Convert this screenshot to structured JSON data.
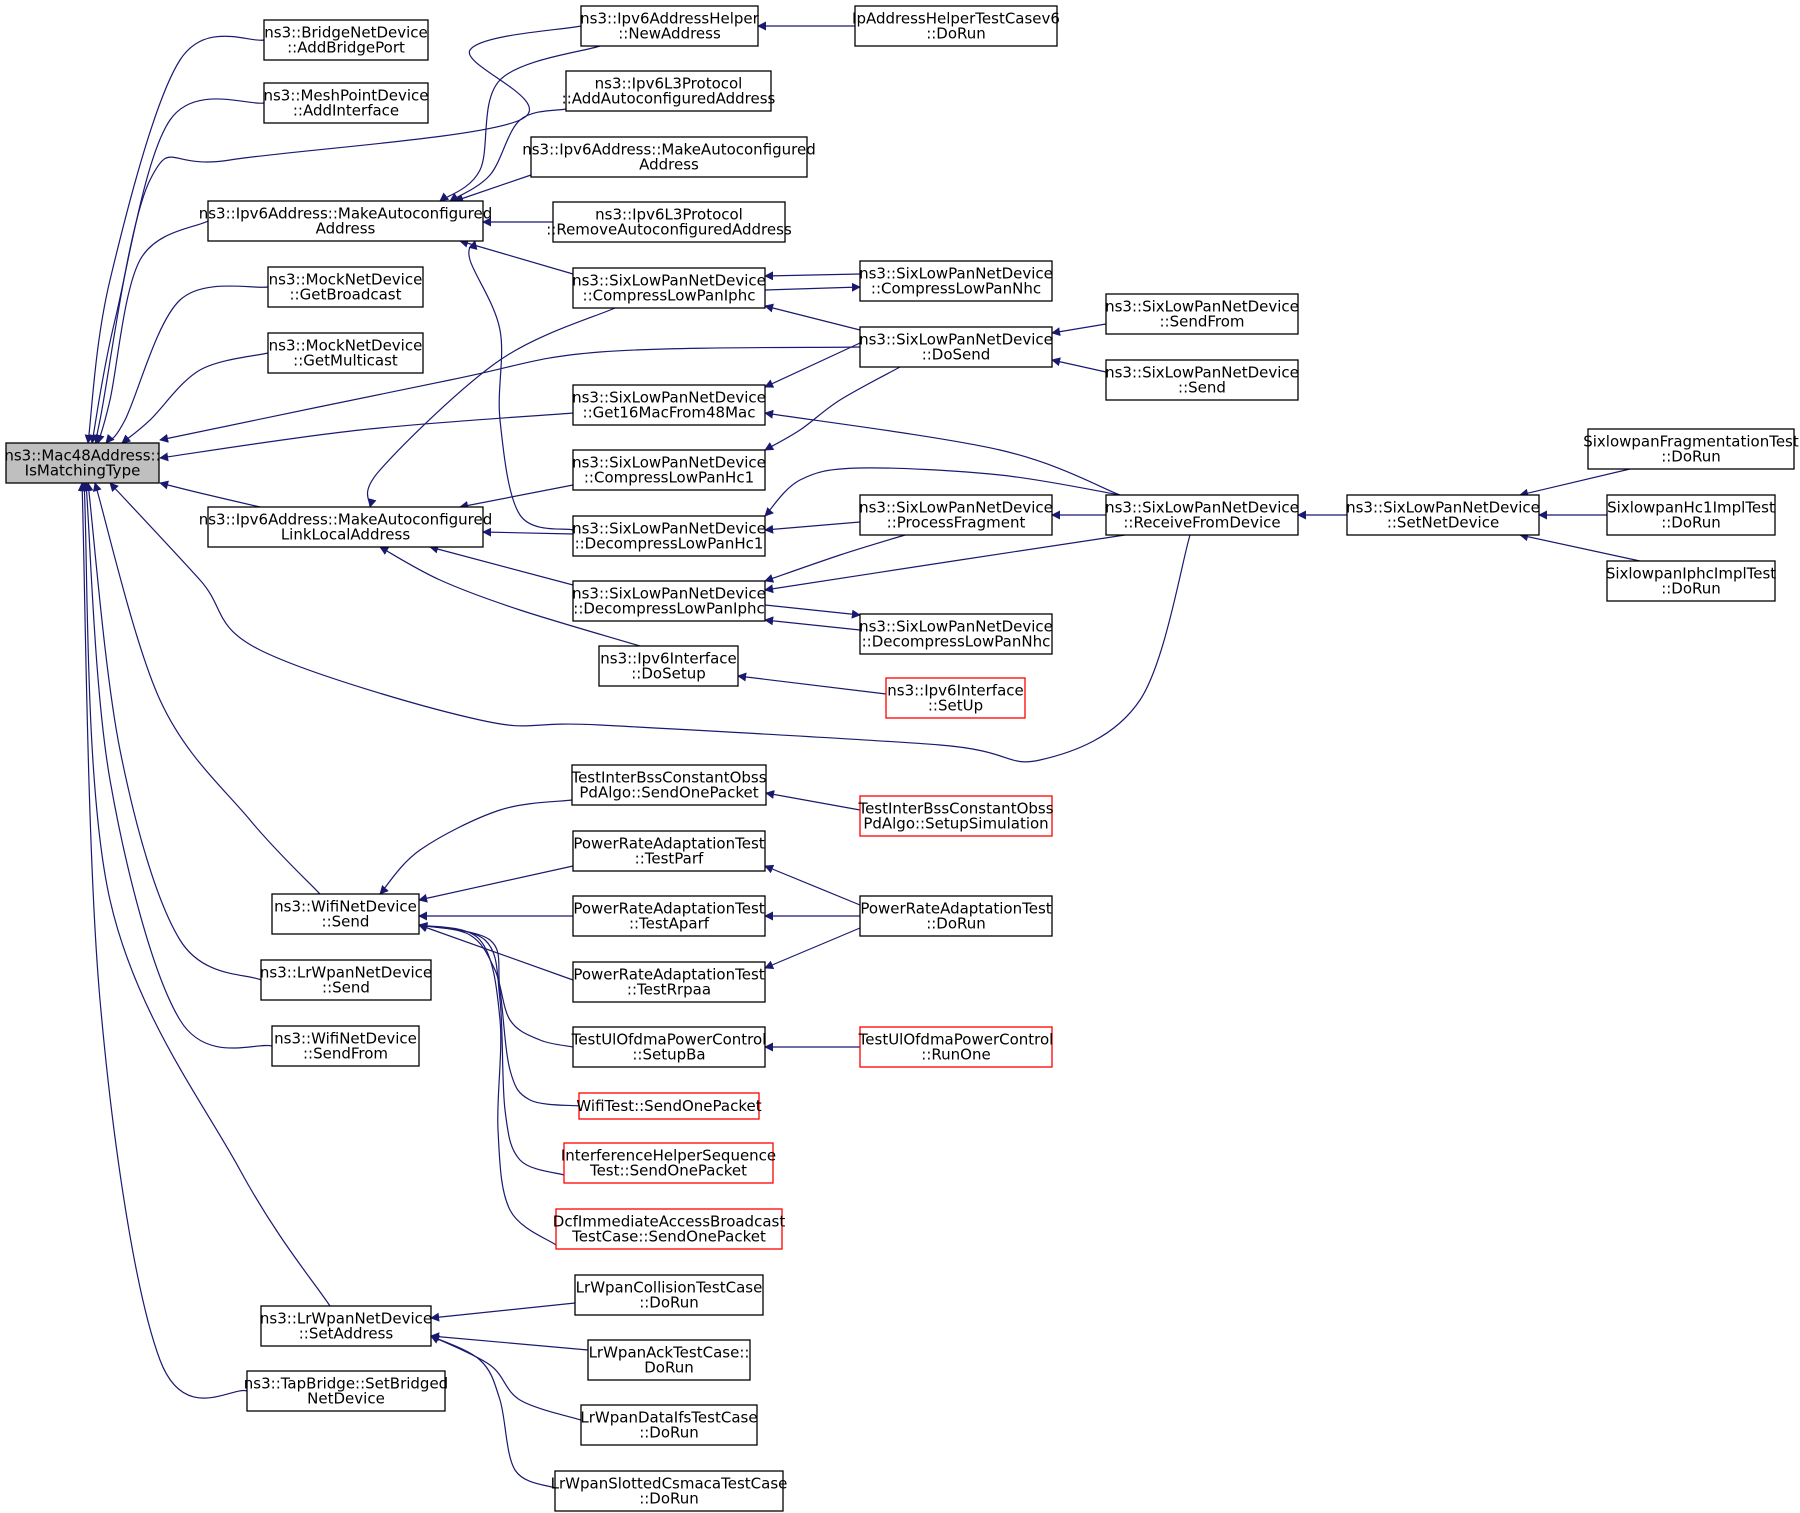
{
  "diagram": {
    "colors": {
      "edge": "#191970",
      "node_border": "#000000",
      "node_border_truncated": "#ff0000",
      "focus_fill": "#bfbfbf",
      "node_fill": "#ffffff",
      "text": "#000000"
    },
    "nodes": [
      {
        "id": "focus",
        "lines": [
          "ns3::Mac48Address::",
          "IsMatchingType"
        ],
        "kind": "focus"
      },
      {
        "id": "n_addbridgeport",
        "lines": [
          "ns3::BridgeNetDevice",
          "::AddBridgePort"
        ],
        "kind": "normal"
      },
      {
        "id": "n_mesh_addinterface",
        "lines": [
          "ns3::MeshPointDevice",
          "::AddInterface"
        ],
        "kind": "normal"
      },
      {
        "id": "n_ipv6addr_makeauto",
        "lines": [
          "ns3::Ipv6Address::MakeAutoconfigured",
          "Address"
        ],
        "kind": "normal"
      },
      {
        "id": "n_mock_getbroadcast",
        "lines": [
          "ns3::MockNetDevice",
          "::GetBroadcast"
        ],
        "kind": "normal"
      },
      {
        "id": "n_mock_getmulticast",
        "lines": [
          "ns3::MockNetDevice",
          "::GetMulticast"
        ],
        "kind": "normal"
      },
      {
        "id": "n_ipv6addr_makelinklocal",
        "lines": [
          "ns3::Ipv6Address::MakeAutoconfigured",
          "LinkLocalAddress"
        ],
        "kind": "normal"
      },
      {
        "id": "n_wifi_send",
        "lines": [
          "ns3::WifiNetDevice",
          "::Send"
        ],
        "kind": "normal"
      },
      {
        "id": "n_lrwpan_send",
        "lines": [
          "ns3::LrWpanNetDevice",
          "::Send"
        ],
        "kind": "normal"
      },
      {
        "id": "n_wifi_sendfrom",
        "lines": [
          "ns3::WifiNetDevice",
          "::SendFrom"
        ],
        "kind": "normal"
      },
      {
        "id": "n_lrwpan_setaddress",
        "lines": [
          "ns3::LrWpanNetDevice",
          "::SetAddress"
        ],
        "kind": "normal"
      },
      {
        "id": "n_tapbridge",
        "lines": [
          "ns3::TapBridge::SetBridged",
          "NetDevice"
        ],
        "kind": "normal"
      },
      {
        "id": "n_ipv6helper_newaddress",
        "lines": [
          "ns3::Ipv6AddressHelper",
          "::NewAddress"
        ],
        "kind": "normal"
      },
      {
        "id": "n_l3_addauto",
        "lines": [
          "ns3::Ipv6L3Protocol",
          "::AddAutoconfiguredAddress"
        ],
        "kind": "normal"
      },
      {
        "id": "n_ipv6addr_makeauto2",
        "lines": [
          "ns3::Ipv6Address::MakeAutoconfigured",
          "Address"
        ],
        "kind": "normal"
      },
      {
        "id": "n_l3_removeauto",
        "lines": [
          "ns3::Ipv6L3Protocol",
          "::RemoveAutoconfiguredAddress"
        ],
        "kind": "normal"
      },
      {
        "id": "n_sixlp_compressiphc",
        "lines": [
          "ns3::SixLowPanNetDevice",
          "::CompressLowPanIphc"
        ],
        "kind": "normal"
      },
      {
        "id": "n_sixlp_get16mac",
        "lines": [
          "ns3::SixLowPanNetDevice",
          "::Get16MacFrom48Mac"
        ],
        "kind": "normal"
      },
      {
        "id": "n_sixlp_compresshc1",
        "lines": [
          "ns3::SixLowPanNetDevice",
          "::CompressLowPanHc1"
        ],
        "kind": "normal"
      },
      {
        "id": "n_sixlp_decompresshc1",
        "lines": [
          "ns3::SixLowPanNetDevice",
          "::DecompressLowPanHc1"
        ],
        "kind": "normal"
      },
      {
        "id": "n_sixlp_decompressiphc",
        "lines": [
          "ns3::SixLowPanNetDevice",
          "::DecompressLowPanIphc"
        ],
        "kind": "normal"
      },
      {
        "id": "n_ipv6if_dosetup",
        "lines": [
          "ns3::Ipv6Interface",
          "::DoSetup"
        ],
        "kind": "normal"
      },
      {
        "id": "n_iphelpertest",
        "lines": [
          "IpAddressHelperTestCasev6",
          "::DoRun"
        ],
        "kind": "normal"
      },
      {
        "id": "n_sixlp_compressnhc",
        "lines": [
          "ns3::SixLowPanNetDevice",
          "::CompressLowPanNhc"
        ],
        "kind": "normal"
      },
      {
        "id": "n_sixlp_dosend",
        "lines": [
          "ns3::SixLowPanNetDevice",
          "::DoSend"
        ],
        "kind": "normal"
      },
      {
        "id": "n_sixlp_processfragment",
        "lines": [
          "ns3::SixLowPanNetDevice",
          "::ProcessFragment"
        ],
        "kind": "normal"
      },
      {
        "id": "n_sixlp_decompressnhc",
        "lines": [
          "ns3::SixLowPanNetDevice",
          "::DecompressLowPanNhc"
        ],
        "kind": "normal"
      },
      {
        "id": "n_ipv6if_setup",
        "lines": [
          "ns3::Ipv6Interface",
          "::SetUp"
        ],
        "kind": "truncated"
      },
      {
        "id": "n_sixlp_sendfrom",
        "lines": [
          "ns3::SixLowPanNetDevice",
          "::SendFrom"
        ],
        "kind": "normal"
      },
      {
        "id": "n_sixlp_send",
        "lines": [
          "ns3::SixLowPanNetDevice",
          "::Send"
        ],
        "kind": "normal"
      },
      {
        "id": "n_sixlp_receivefromdevice",
        "lines": [
          "ns3::SixLowPanNetDevice",
          "::ReceiveFromDevice"
        ],
        "kind": "normal"
      },
      {
        "id": "n_sixlp_setnetdevice",
        "lines": [
          "ns3::SixLowPanNetDevice",
          "::SetNetDevice"
        ],
        "kind": "normal"
      },
      {
        "id": "n_sixlp_fragtest",
        "lines": [
          "SixlowpanFragmentationTest",
          "::DoRun"
        ],
        "kind": "normal"
      },
      {
        "id": "n_sixlp_hc1test",
        "lines": [
          "SixlowpanHc1ImplTest",
          "::DoRun"
        ],
        "kind": "normal"
      },
      {
        "id": "n_sixlp_iphctest",
        "lines": [
          "SixlowpanIphcImplTest",
          "::DoRun"
        ],
        "kind": "normal"
      },
      {
        "id": "n_interbss_sendone",
        "lines": [
          "TestInterBssConstantObss",
          "PdAlgo::SendOnePacket"
        ],
        "kind": "normal"
      },
      {
        "id": "n_pra_testparf",
        "lines": [
          "PowerRateAdaptationTest",
          "::TestParf"
        ],
        "kind": "normal"
      },
      {
        "id": "n_pra_testaparf",
        "lines": [
          "PowerRateAdaptationTest",
          "::TestAparf"
        ],
        "kind": "normal"
      },
      {
        "id": "n_pra_testrrpaa",
        "lines": [
          "PowerRateAdaptationTest",
          "::TestRrpaa"
        ],
        "kind": "normal"
      },
      {
        "id": "n_ulofdma_setupba",
        "lines": [
          "TestUlOfdmaPowerControl",
          "::SetupBa"
        ],
        "kind": "normal"
      },
      {
        "id": "n_wifitest_sendone",
        "lines": [
          "WifiTest::SendOnePacket"
        ],
        "kind": "truncated"
      },
      {
        "id": "n_interference_sendone",
        "lines": [
          "InterferenceHelperSequence",
          "Test::SendOnePacket"
        ],
        "kind": "truncated"
      },
      {
        "id": "n_dcf_sendone",
        "lines": [
          "DcfImmediateAccessBroadcast",
          "TestCase::SendOnePacket"
        ],
        "kind": "truncated"
      },
      {
        "id": "n_interbss_setupsim",
        "lines": [
          "TestInterBssConstantObss",
          "PdAlgo::SetupSimulation"
        ],
        "kind": "truncated"
      },
      {
        "id": "n_pra_dorun",
        "lines": [
          "PowerRateAdaptationTest",
          "::DoRun"
        ],
        "kind": "normal"
      },
      {
        "id": "n_ulofdma_runone",
        "lines": [
          "TestUlOfdmaPowerControl",
          "::RunOne"
        ],
        "kind": "truncated"
      },
      {
        "id": "n_lrwpan_collision",
        "lines": [
          "LrWpanCollisionTestCase",
          "::DoRun"
        ],
        "kind": "normal"
      },
      {
        "id": "n_lrwpan_ack",
        "lines": [
          "LrWpanAckTestCase::",
          "DoRun"
        ],
        "kind": "normal"
      },
      {
        "id": "n_lrwpan_dataifs",
        "lines": [
          "LrWpanDataIfsTestCase",
          "::DoRun"
        ],
        "kind": "normal"
      },
      {
        "id": "n_lrwpan_slotted",
        "lines": [
          "LrWpanSlottedCsmacaTestCase",
          "::DoRun"
        ],
        "kind": "normal"
      }
    ]
  }
}
